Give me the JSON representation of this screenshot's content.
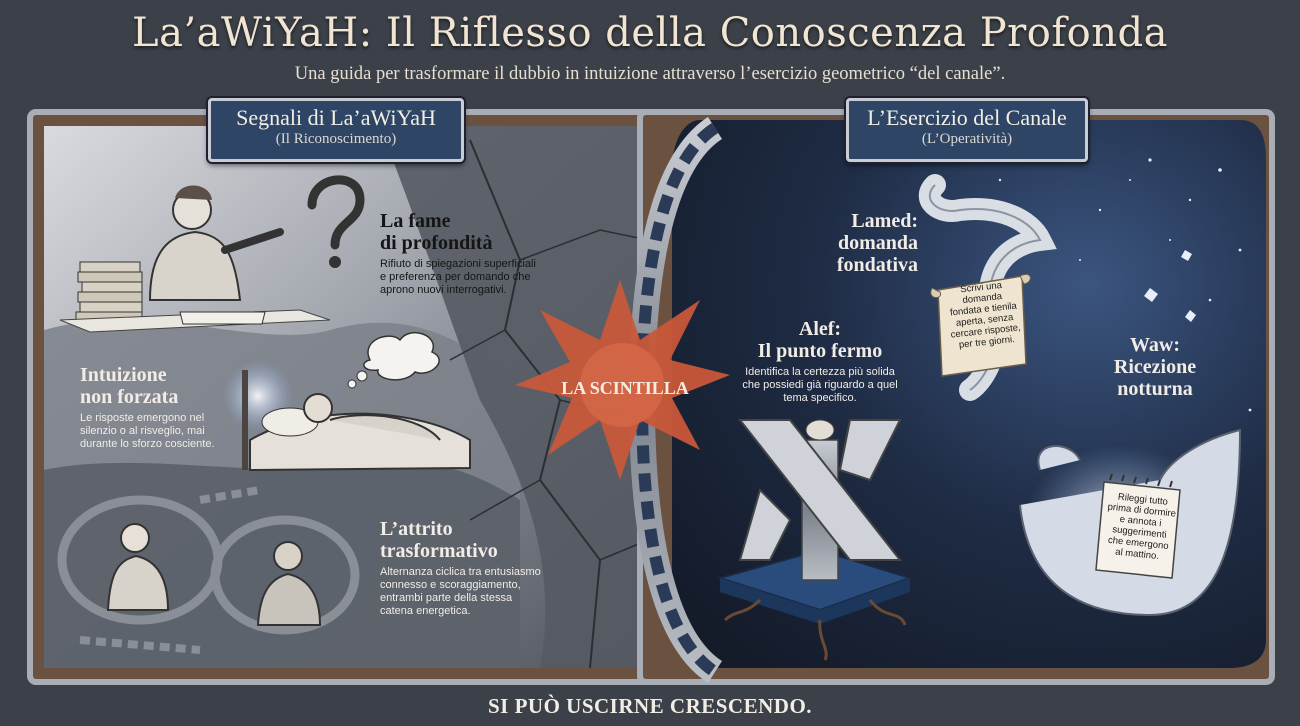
{
  "header": {
    "title": "La’aWiYaH: Il Riflesso della Conoscenza Profonda",
    "subtitle": "Una guida per trasformare il dubbio in intuizione attraverso l’esercizio geometrico “del canale”."
  },
  "left_panel": {
    "title": "Segnali di La’aWiYaH",
    "subtitle": "(Il Riconoscimento)",
    "items": [
      {
        "heading_line1": "La fame",
        "heading_line2": "di profondità",
        "text_line1": "Rifiuto di spiegazioni superficiali",
        "text_line2": "e preferenza per domando che",
        "text_line3": "aprono nuovi interrogativi."
      },
      {
        "heading_line1": "Intuizione",
        "heading_line2": "non forzata",
        "text_line1": "Le risposte emergono nel",
        "text_line2": "silenzio o al risveglio, mai",
        "text_line3": "durante lo sforzo cosciente."
      },
      {
        "heading_line1": "L’attrito",
        "heading_line2": "trasformativo",
        "text_line1": "Alternanza ciclica tra entusiasmo",
        "text_line2": "connesso e scoraggiamento,",
        "text_line3": "entrambi parte della stessa",
        "text_line4": "catena energetica."
      }
    ]
  },
  "center": {
    "label": "LA SCINTILLA",
    "color": "#c8573a"
  },
  "right_panel": {
    "title": "L’Esercizio del Canale",
    "subtitle": "(L’Operatività)",
    "steps": [
      {
        "heading_line1": "Lamed:",
        "heading_line2": "domanda",
        "heading_line3": "fondativa",
        "note_lines": [
          "Scrivi una",
          "domanda",
          "fondata e tienila",
          "aperta, senza",
          "cercare risposte,",
          "per tre giorni."
        ]
      },
      {
        "heading_line1": "Alef:",
        "heading_line2": "Il punto fermo",
        "text_line1": "Identifica la certezza più solida",
        "text_line2": "che possiedi già riguardo a quel",
        "text_line3": "tema specifico."
      },
      {
        "heading_line1": "Waw:",
        "heading_line2": "Ricezione",
        "heading_line3": "notturna",
        "note_lines": [
          "Rileggi tutto",
          "prima di dormire",
          "e annota i",
          "suggerimenti",
          "che emergono",
          "al mattino."
        ]
      }
    ]
  },
  "footer": {
    "text": "SI PUÒ USCIRNE CRESCENDO."
  }
}
